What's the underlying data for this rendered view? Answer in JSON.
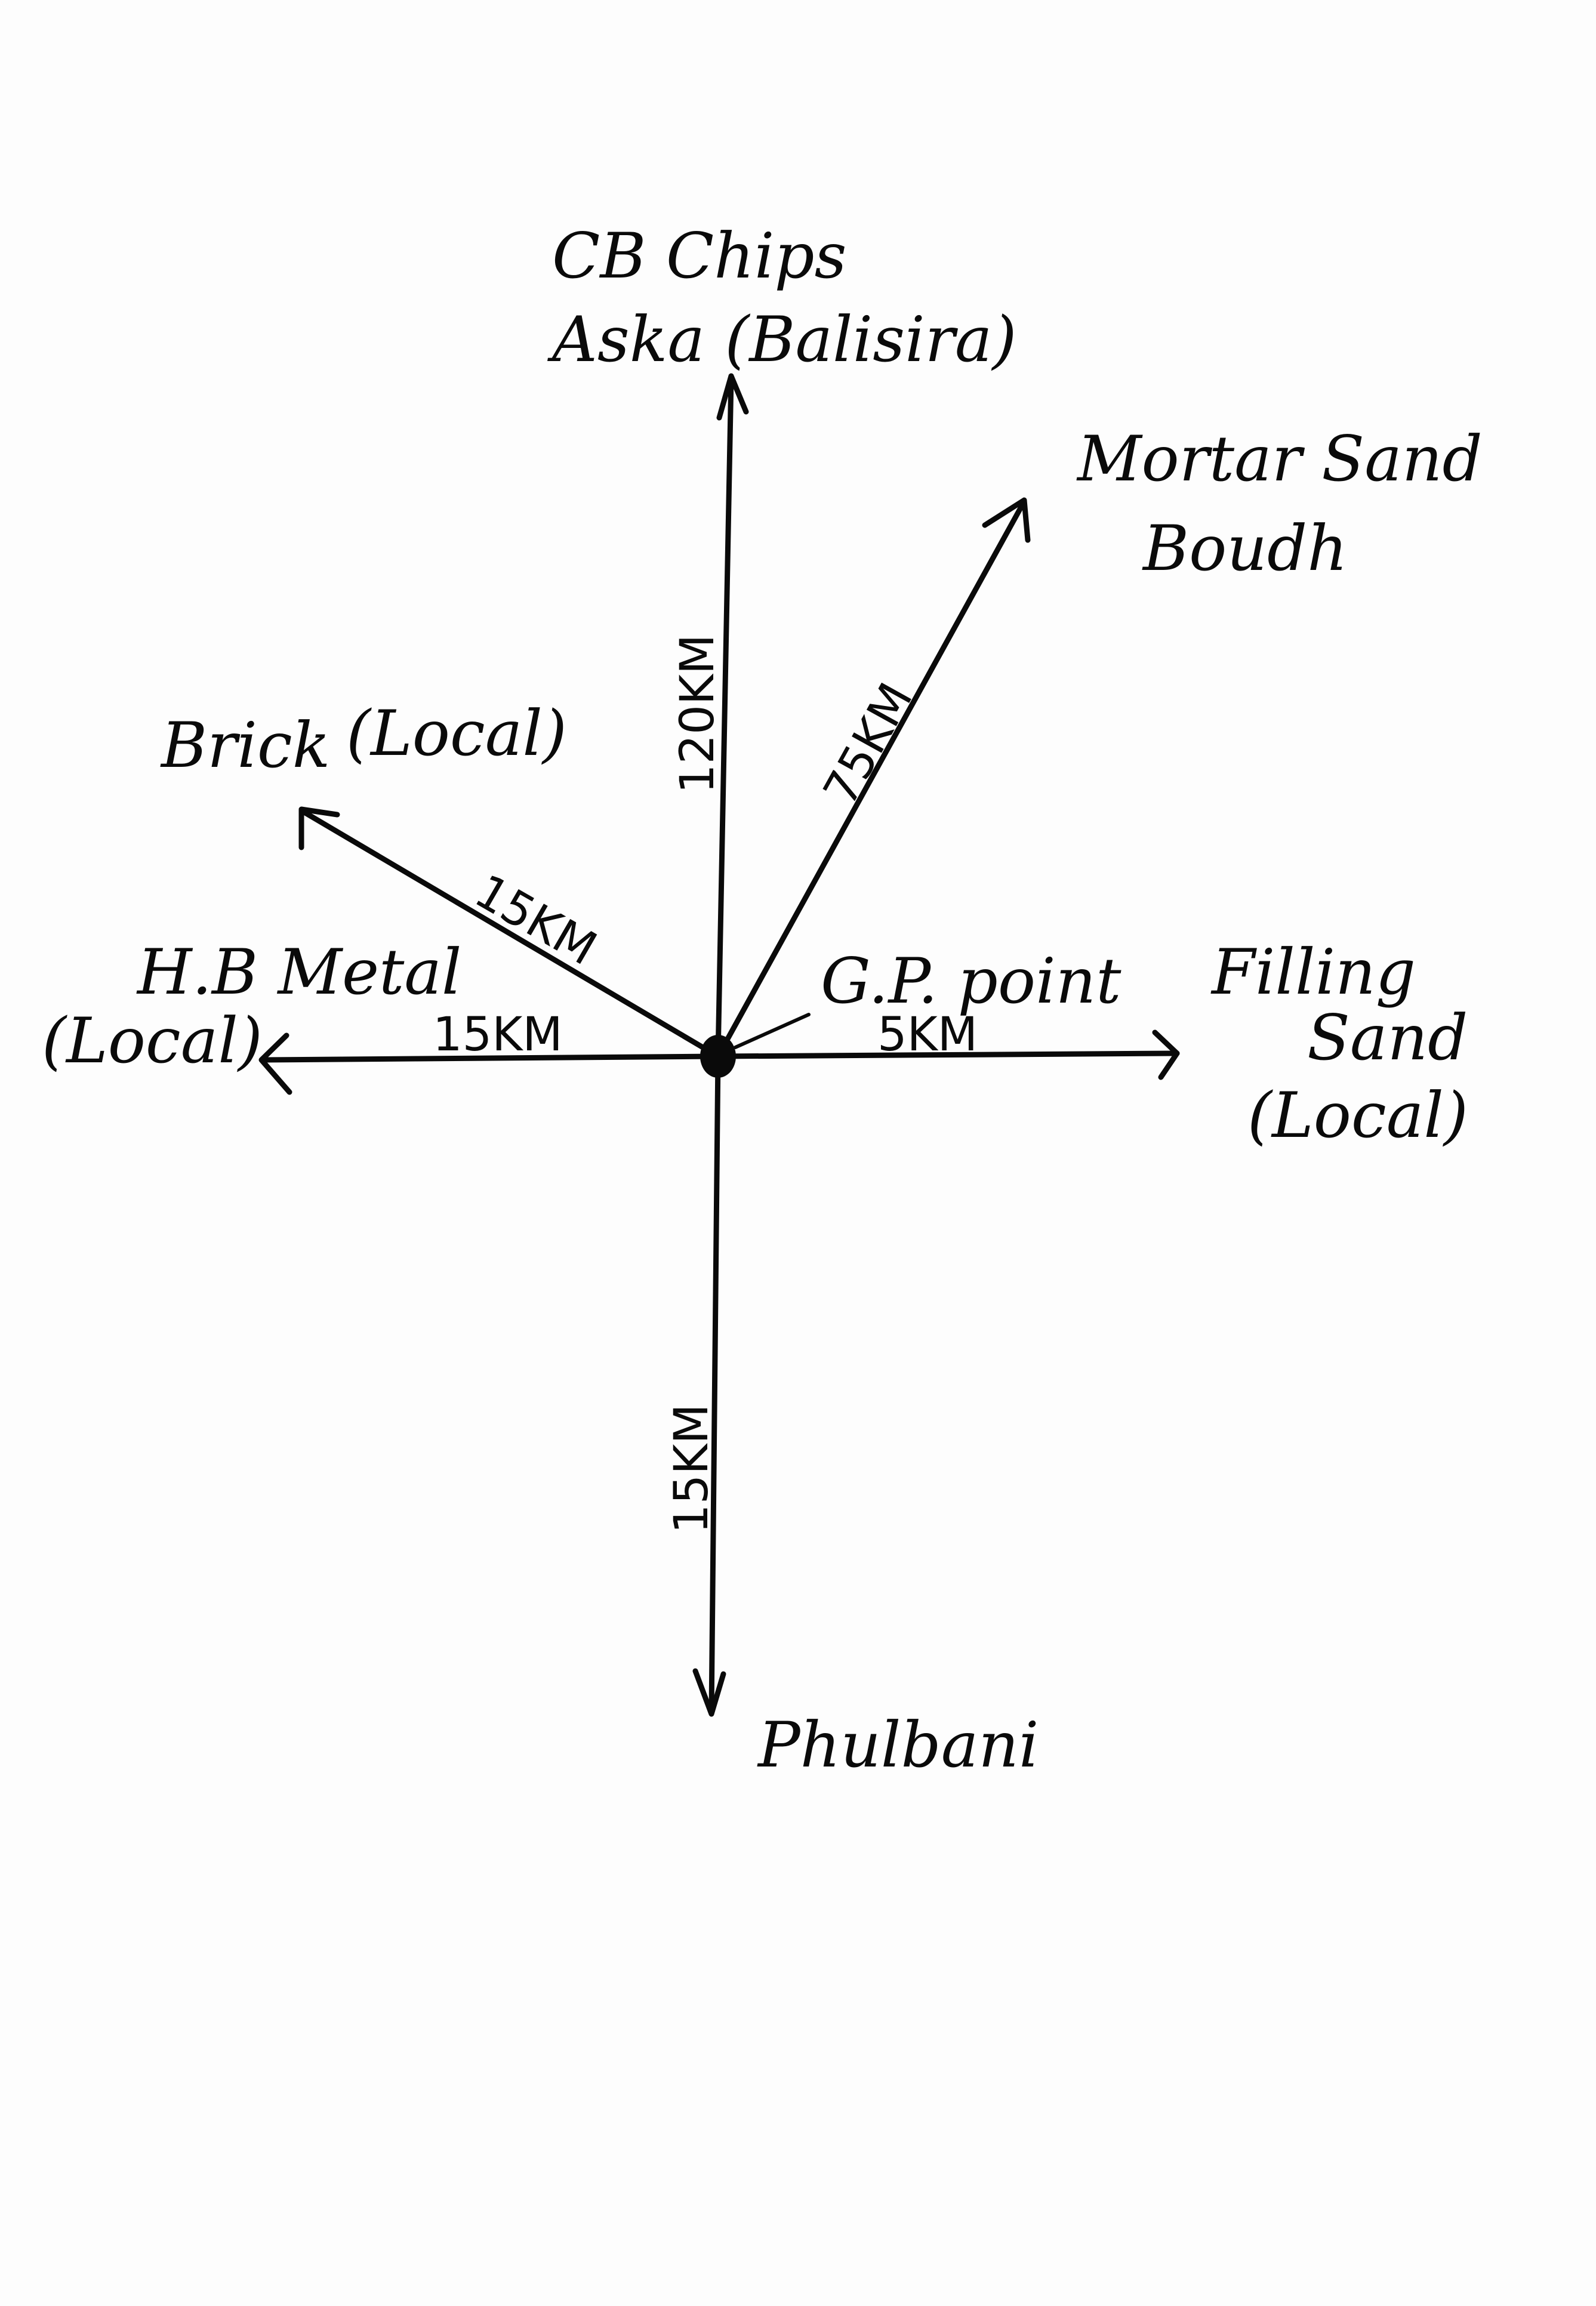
{
  "diagram": {
    "center": {
      "label": "G.P. point"
    },
    "destinations": [
      {
        "id": "north",
        "material": "CB Chips",
        "place": "Aska (Balisira)",
        "distance": "120KM"
      },
      {
        "id": "northeast",
        "material": "Mortar Sand",
        "place": "Boudh",
        "distance": "75KM"
      },
      {
        "id": "northwest",
        "material": "Brick",
        "place": "(Local)",
        "distance": "15KM"
      },
      {
        "id": "west",
        "material": "H.B Metal",
        "place": "(Local)",
        "distance": "15KM"
      },
      {
        "id": "east",
        "material": "Filling",
        "material2": "Sand",
        "place": "(Local)",
        "distance": "5KM"
      },
      {
        "id": "south",
        "place": "Phulbani",
        "distance": "15KM"
      }
    ]
  },
  "colors": {
    "ink": "#0a0a0a",
    "paper": "#fdfdfd"
  }
}
